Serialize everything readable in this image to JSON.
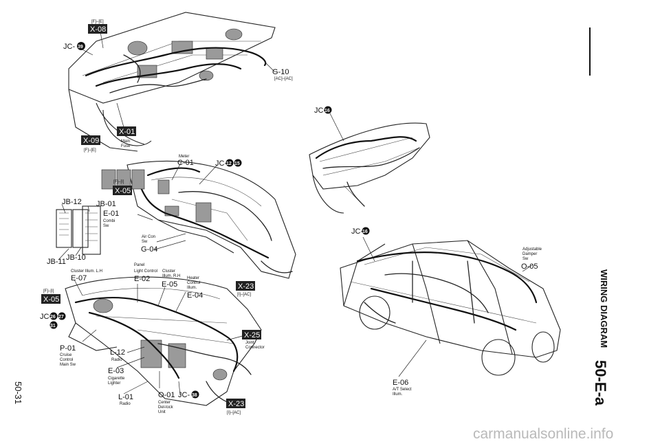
{
  "sidebar": {
    "title": "WIRING DIAGRAM",
    "section": "50-E-a"
  },
  "page_number": "50-31",
  "watermark": "carmanualsonline.info",
  "labels": {
    "fe_top": "[F]–[E]",
    "x08": "X-08",
    "jc_top": "JC-",
    "jc_top_num": "39",
    "g10": "G-10",
    "g10_sub": "[AC]–[AC]",
    "x01": "X-01",
    "x09": "X-09",
    "main_fuse_1": "Main",
    "main_fuse_2": "Fuse",
    "fe_mid": "[F]–[E]",
    "meter": "Meter",
    "c01": "C-01",
    "jc_meter": "JC-",
    "jc_meter_n1": "12",
    "jc_meter_n2": "15",
    "fi_small": "[F]–[I]",
    "x05_mid": "X-05",
    "jb12": "JB-12",
    "jb01": "JB-01",
    "e01": "E-01",
    "combi_1": "Combi",
    "combi_2": "Sw",
    "aircon_1": "Air Con",
    "aircon_2": "Sw",
    "g04": "G-04",
    "jb10": "JB-10",
    "jb11": "JB-11",
    "cluster_illum": "Cluster Illum. L.H",
    "e07": "E-07",
    "panel_1": "Panel",
    "panel_2": "Light Control",
    "e02": "E-02",
    "cluster_rh_1": "Cluster",
    "cluster_rh_2": "Illum. R.H",
    "e05": "E-05",
    "heater_1": "Heater",
    "heater_2": "Control",
    "heater_3": "Illum.",
    "e04": "E-04",
    "x23_top": "X-23",
    "ia_top": "[I]–[AC]",
    "fi_left": "[F]–[I]",
    "x05_left": "X-05",
    "jc_left": "JC-",
    "jc_left_n1": "26",
    "jc_left_n2": "27",
    "jc_left_n3": "31",
    "x25": "X-25",
    "joint_1": "Joint",
    "joint_2": "Connector",
    "p01": "P-01",
    "cruise_1": "Cruise",
    "cruise_2": "Control",
    "cruise_3": "Main Sw",
    "l12": "L-12",
    "radio_1": "Radio",
    "e03": "E-03",
    "cig_1": "Cigarette",
    "cig_2": "Lighter",
    "l01": "L-01",
    "radio_2": "Radio",
    "o01": "O-01",
    "center_1": "Center",
    "center_2": "Del-lock",
    "center_3": "Unit",
    "jc_bottom": "JC-",
    "jc_bottom_num": "38",
    "x23_bot": "X-23",
    "ia_bot": "[I]–[AC]",
    "jc_right_top": "JC-",
    "jc_right_top_num": "16",
    "jc_right_mid": "JC-",
    "jc_right_mid_num": "16",
    "damper_1": "Adjustable",
    "damper_2": "Damper",
    "damper_3": "Sw",
    "o05": "O-05",
    "e06": "E-06",
    "at_1": "A/T Select",
    "at_2": "Illum."
  }
}
